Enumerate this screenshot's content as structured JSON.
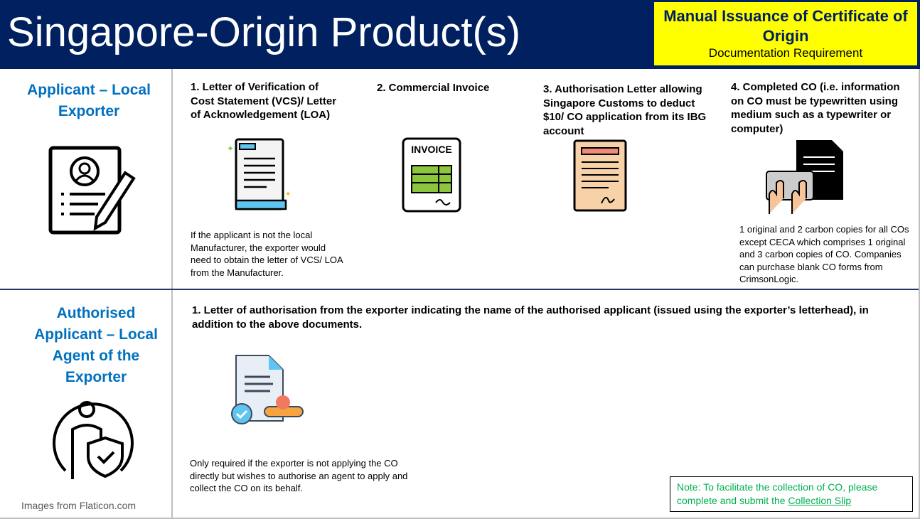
{
  "header": {
    "title": "Singapore-Origin Product(s)",
    "badge_title": "Manual Issuance of Certificate of Origin",
    "badge_subtitle": "Documentation Requirement"
  },
  "applicant": {
    "role": "Applicant – Local Exporter",
    "documents": [
      {
        "label": "1. Letter of Verification of Cost Statement (VCS)/ Letter of Acknowledgement (LOA)",
        "note": "If the applicant is not the local Manufacturer, the exporter would need to obtain the letter of VCS/ LOA from the Manufacturer."
      },
      {
        "label": "2. Commercial Invoice",
        "icon_text": "INVOICE"
      },
      {
        "label": "3. Authorisation Letter allowing Singapore Customs to deduct $10/ CO application from its IBG account"
      },
      {
        "label": "4. Completed CO (i.e. information on CO must be typewritten using medium such as a typewriter or computer)",
        "note": "1 original and 2 carbon copies for all COs except CECA which comprises 1 original and 3 carbon copies of CO. Companies can purchase blank CO forms from CrimsonLogic."
      }
    ]
  },
  "agent": {
    "role": "Authorised Applicant – Local Agent of the Exporter",
    "document": "1. Letter of authorisation from the exporter indicating the name of the authorised applicant (issued using the exporter’s letterhead), in addition to the above documents.",
    "note": "Only required if the exporter is not applying the CO directly but wishes to authorise an agent to apply and collect the CO on its behalf."
  },
  "credit": "Images from Flaticon.com",
  "collection_note": {
    "text": "Note: To facilitate the collection of CO, please complete and submit the ",
    "link": "Collection Slip"
  },
  "colors": {
    "navy": "#002060",
    "yellow": "#ffff00",
    "blue": "#0070c0",
    "green": "#00b050"
  }
}
